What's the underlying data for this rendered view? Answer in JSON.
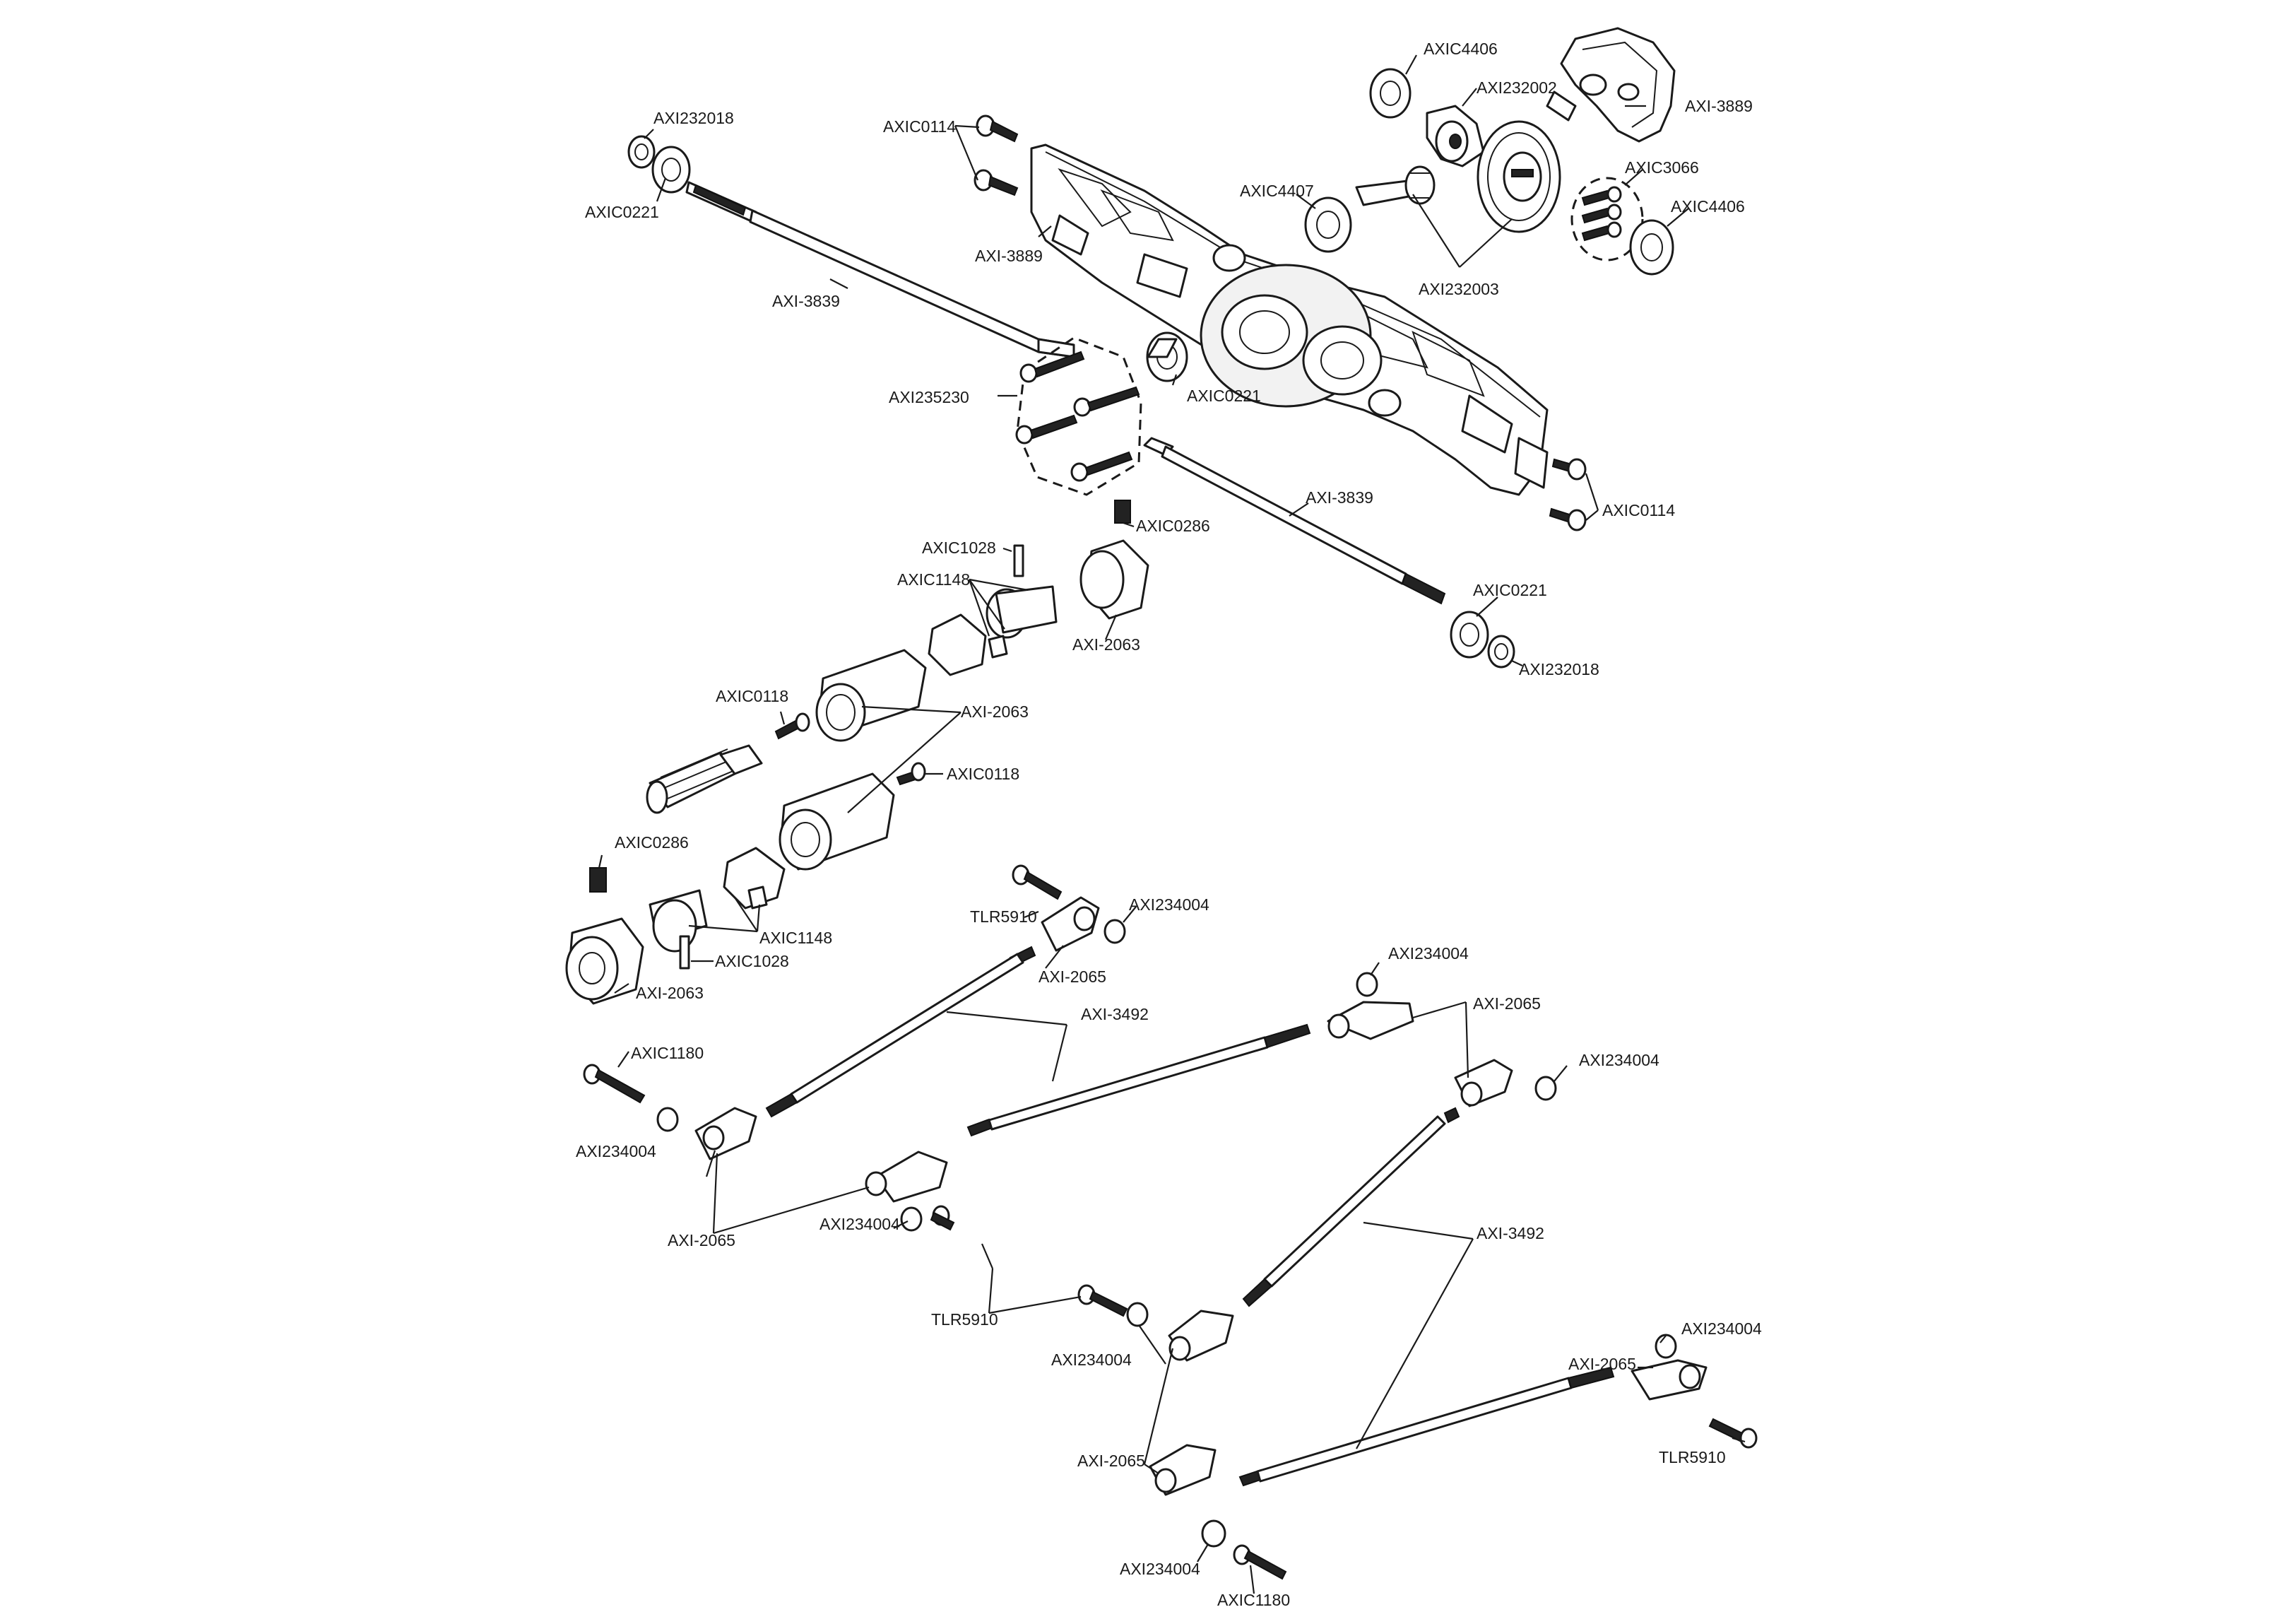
{
  "labels": {
    "axi232018_top": "AXI232018",
    "axic0221_top": "AXIC0221",
    "axi3839_top": "AXI-3839",
    "axic0114_top": "AXIC0114",
    "axi3889_left": "AXI-3889",
    "axi235230": "AXI235230",
    "axic0221_mid": "AXIC0221",
    "axic4406_top": "AXIC4406",
    "axi232002": "AXI232002",
    "axi3889_right": "AXI-3889",
    "axic4407": "AXIC4407",
    "axic3066": "AXIC3066",
    "axic4406_right": "AXIC4406",
    "axi232003": "AXI232003",
    "axi3839_mid": "AXI-3839",
    "axic0114_right": "AXIC0114",
    "axic0221_low": "AXIC0221",
    "axi232018_low": "AXI232018",
    "axic1028_top": "AXIC1028",
    "axic0286_top": "AXIC0286",
    "axic1148_top": "AXIC1148",
    "axi2063_a": "AXI-2063",
    "axic0118_a": "AXIC0118",
    "axi2063_b": "AXI-2063",
    "axic0118_b": "AXIC0118",
    "axic0286_low": "AXIC0286",
    "axic1148_low": "AXIC1148",
    "axic1028_low": "AXIC1028",
    "axi2063_c": "AXI-2063",
    "tlr5910_a": "TLR5910",
    "axi234004_a": "AXI234004",
    "axi2065_a": "AXI-2065",
    "axi234004_b": "AXI234004",
    "axi3492_a": "AXI-3492",
    "axi2065_b": "AXI-2065",
    "axic1180_a": "AXIC1180",
    "axi234004_c": "AXI234004",
    "axi234004_d": "AXI234004",
    "axi234004_e": "AXI234004",
    "axi2065_c": "AXI-2065",
    "axi3492_b": "AXI-3492",
    "tlr5910_b": "TLR5910",
    "axi234004_f": "AXI234004",
    "axi234004_g": "AXI234004",
    "axi2065_d": "AXI-2065",
    "tlr5910_c": "TLR5910",
    "axi2065_e": "AXI-2065",
    "axi234004_h": "AXI234004",
    "axic1180_b": "AXIC1180"
  }
}
